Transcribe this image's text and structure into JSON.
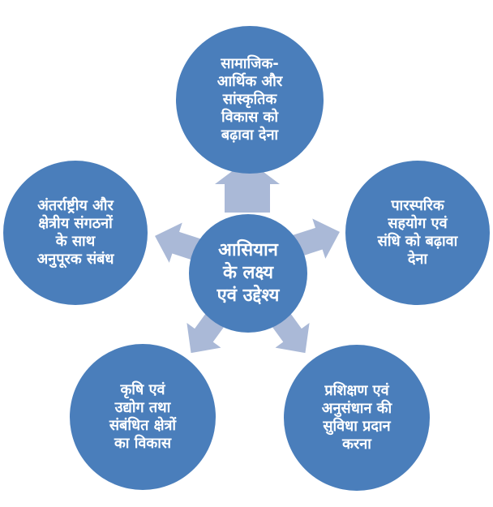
{
  "colors": {
    "circle": "#4a7ebb",
    "arrow": "#aab9d7"
  },
  "center": {
    "lines": [
      "आसियान",
      "के लक्ष्य",
      "एवं उद्देश्य"
    ]
  },
  "nodes": {
    "top": {
      "lines": [
        "सामाजिक-",
        "आर्थिक और",
        "सांस्कृतिक",
        "विकास को",
        "बढ़ावा देना"
      ]
    },
    "right": {
      "lines": [
        "पारस्परिक",
        "सहयोग एवं",
        "संधि को बढ़ावा",
        "देना"
      ]
    },
    "bottom_right": {
      "lines": [
        "प्रशिक्षण एवं",
        "अनुसंधान की",
        "सुविधा प्रदान",
        "करना"
      ]
    },
    "bottom_left": {
      "lines": [
        "कृषि एवं",
        "उद्योग तथा",
        "संबंधित क्षेत्रों",
        "का विकास"
      ]
    },
    "left": {
      "lines": [
        "अंतर्राष्ट्रीय और",
        "क्षेत्रीय संगठनों",
        "के साथ",
        "अनुपूरक संबंध"
      ]
    }
  }
}
